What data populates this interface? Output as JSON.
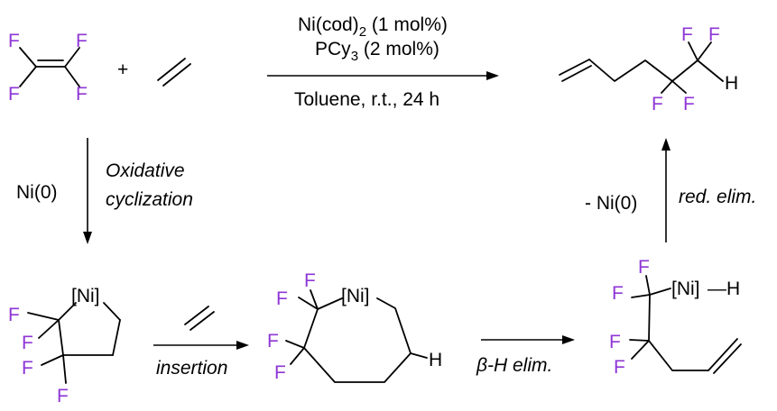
{
  "atoms": {
    "fluorine": "F",
    "hydrogen": "H",
    "nickel_bracket": "[Ni]"
  },
  "text": {
    "plus": "+",
    "cond_line1_main": "Ni(cod)",
    "cond_line1_sub": "2",
    "cond_line1_tail": " (1 mol%)",
    "cond_line2_main": "PCy",
    "cond_line2_sub": "3",
    "cond_line2_tail": " (2 mol%)",
    "cond_line3": "Toluene, r.t., 24 h",
    "ni0": "Ni(0)",
    "oxidative": "Oxidative",
    "cyclization": "cyclization",
    "insertion": "insertion",
    "beta_h_beta": "β",
    "beta_h_rest": "-H elim.",
    "minus_ni0": "- Ni(0)",
    "red_elim": "red. elim.",
    "ni_h_dash": "—H"
  },
  "colors": {
    "fluorine": "#8e36d6",
    "text": "#000000"
  }
}
